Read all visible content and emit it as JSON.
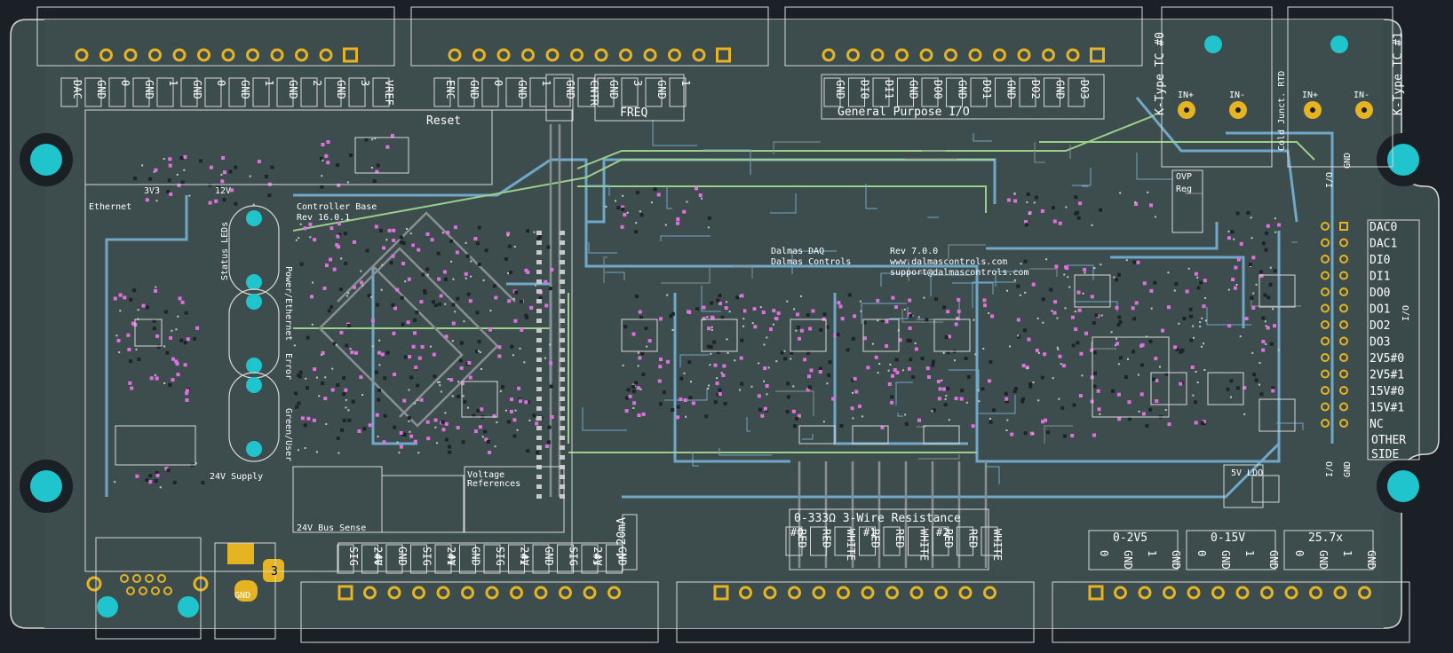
{
  "colors": {
    "background": "#1b1f26",
    "board": "#3a4a4a",
    "trace_blue": "#6fa8c8",
    "trace_green": "#9ccf8a",
    "trace_gray": "#8a8f94",
    "pad_gold": "#e6b422",
    "mount_cyan": "#1fc4cc",
    "silk": "#ffffff",
    "pink": "#e070e0"
  },
  "top_headers": {
    "dac": [
      "DAC",
      "GND",
      "0",
      "GND",
      "1",
      "GND",
      "0",
      "GND",
      "1",
      "GND",
      "2",
      "GND",
      "3",
      "VREF"
    ],
    "cntr": [
      "ENC",
      "GND",
      "0",
      "GND",
      "1",
      "GND",
      "CNTR"
    ],
    "freq": [
      "GND",
      "3",
      "GND",
      "1"
    ],
    "freq_title": "FREQ",
    "gpio": [
      "GND",
      "DI0",
      "DI1",
      "GND",
      "DO0",
      "GND",
      "DO1",
      "GND",
      "DO2",
      "GND",
      "DO3"
    ],
    "gpio_title": "General Purpose I/O"
  },
  "thermocouple": {
    "tc0": "K-Type TC #0",
    "tc1": "K-Type TC #1",
    "junct": "Cold Junct. RTD",
    "in_plus": "IN+",
    "in_minus": "IN-"
  },
  "right_side": {
    "io_top": "I/O",
    "gnd_top": "GND",
    "list": [
      "DAC0",
      "DAC1",
      "DI0",
      "DI1",
      "DO0",
      "DO1",
      "DO2",
      "DO3",
      "2V5#0",
      "2V5#1",
      "15V#0",
      "15V#1",
      "NC"
    ],
    "io_mid": "I/O",
    "other_side": "OTHER",
    "other_side2": "SIDE",
    "gnd_bottom": "GND",
    "io_bottom": "I/O"
  },
  "blocks": {
    "ethernet": "Ethernet",
    "v33": "3V3",
    "v12": "12V",
    "reset": "Reset",
    "controller_base": "Controller Base",
    "controller_rev": "Rev 16.0.1",
    "status_leds": "Status LEDs",
    "power_ethernet": "Power/Ethernet",
    "error": "Error",
    "green_user": "Green/User",
    "supply_24v": "24V Supply",
    "bus_sense_24v": "24V Bus Sense",
    "voltage_ref": "Voltage",
    "voltage_ref2": "References",
    "ovp": "OVP",
    "reg": "Reg",
    "vdd_5v": "5V LDO",
    "company": "Dalmas DAQ",
    "company2": "Dalmas Controls",
    "rev": "Rev 7.0.0",
    "website": "www.dalmascontrols.com",
    "email": "support@dalmascontrols.com",
    "gnd_pad": "GND",
    "tp_label": "3"
  },
  "bottom_left": {
    "title": "4-20mA",
    "labels": [
      "SIG",
      "24V",
      "GND",
      "SIG",
      "24V",
      "GND",
      "SIG",
      "24V",
      "GND",
      "SIG",
      "24V",
      "GND"
    ],
    "nums": [
      "#0",
      "#1",
      "#2",
      "#3"
    ]
  },
  "bottom_mid": {
    "title": "0-333Ω 3-Wire Resistance",
    "labels": [
      "RED",
      "RED",
      "WHITE",
      "RED",
      "RED",
      "WHITE",
      "RED",
      "RED",
      "WHITE"
    ],
    "nums": [
      "#0",
      "#1",
      "#2"
    ]
  },
  "bottom_right": {
    "groups": [
      {
        "title": "0-2V5",
        "labels": [
          "0",
          "GND",
          "1",
          "GND"
        ]
      },
      {
        "title": "0-15V",
        "labels": [
          "0",
          "GND",
          "1",
          "GND"
        ]
      },
      {
        "title": "25.7x",
        "labels": [
          "0",
          "GND",
          "1",
          "GND"
        ]
      }
    ]
  }
}
